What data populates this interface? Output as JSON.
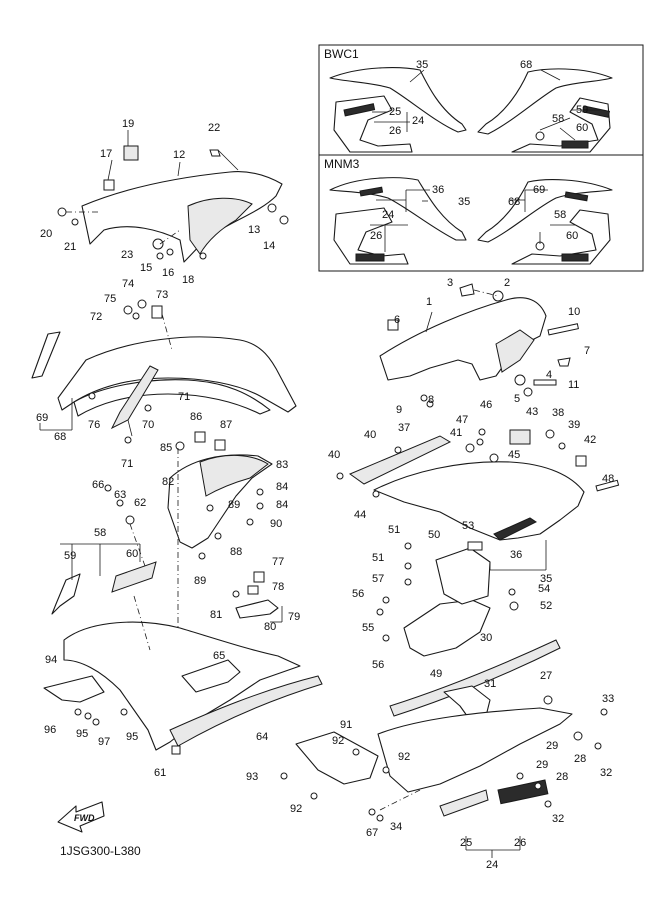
{
  "insets": {
    "bwc1": {
      "title": "BWC1",
      "callouts": [
        "35",
        "68",
        "25",
        "24",
        "26",
        "59",
        "58",
        "60"
      ]
    },
    "mnm3": {
      "title": "MNM3",
      "callouts": [
        "36",
        "35",
        "69",
        "68",
        "24",
        "26",
        "58",
        "60"
      ]
    }
  },
  "drawing_code": "1JSG300-L380",
  "fwd_label": "FWD",
  "callouts": {
    "c1": "1",
    "c2": "2",
    "c3": "3",
    "c4": "4",
    "c5": "5",
    "c6": "6",
    "c7": "7",
    "c8": "8",
    "c9": "9",
    "c10": "10",
    "c11": "11",
    "c12": "12",
    "c13": "13",
    "c14": "14",
    "c15": "15",
    "c16": "16",
    "c17": "17",
    "c18": "18",
    "c19": "19",
    "c20": "20",
    "c21": "21",
    "c22": "22",
    "c23": "23",
    "c24": "24",
    "c25": "25",
    "c26": "26",
    "c27": "27",
    "c28": "28",
    "c28b": "28",
    "c29": "29",
    "c29b": "29",
    "c30": "30",
    "c31": "31",
    "c32": "32",
    "c32b": "32",
    "c33": "33",
    "c34": "34",
    "c35": "35",
    "c36": "36",
    "c37": "37",
    "c38": "38",
    "c39": "39",
    "c40": "40",
    "c40b": "40",
    "c41": "41",
    "c42": "42",
    "c43": "43",
    "c44": "44",
    "c45": "45",
    "c46": "46",
    "c47": "47",
    "c48": "48",
    "c49": "49",
    "c50": "50",
    "c51": "51",
    "c51b": "51",
    "c52": "52",
    "c53": "53",
    "c54": "54",
    "c55": "55",
    "c56": "56",
    "c56b": "56",
    "c57": "57",
    "c58": "58",
    "c59": "59",
    "c60": "60",
    "c61": "61",
    "c62": "62",
    "c63": "63",
    "c64": "64",
    "c65": "65",
    "c66": "66",
    "c67": "67",
    "c68": "68",
    "c69": "69",
    "c70": "70",
    "c71": "71",
    "c71b": "71",
    "c72": "72",
    "c73": "73",
    "c74": "74",
    "c75": "75",
    "c76": "76",
    "c77": "77",
    "c78": "78",
    "c79": "79",
    "c80": "80",
    "c81": "81",
    "c82": "82",
    "c83": "83",
    "c84": "84",
    "c84b": "84",
    "c85": "85",
    "c86": "86",
    "c87": "87",
    "c88": "88",
    "c89": "89",
    "c89b": "89",
    "c90": "90",
    "c91": "91",
    "c92": "92",
    "c92b": "92",
    "c92c": "92",
    "c93": "93",
    "c94": "94",
    "c95": "95",
    "c95b": "95",
    "c96": "96",
    "c97": "97"
  }
}
